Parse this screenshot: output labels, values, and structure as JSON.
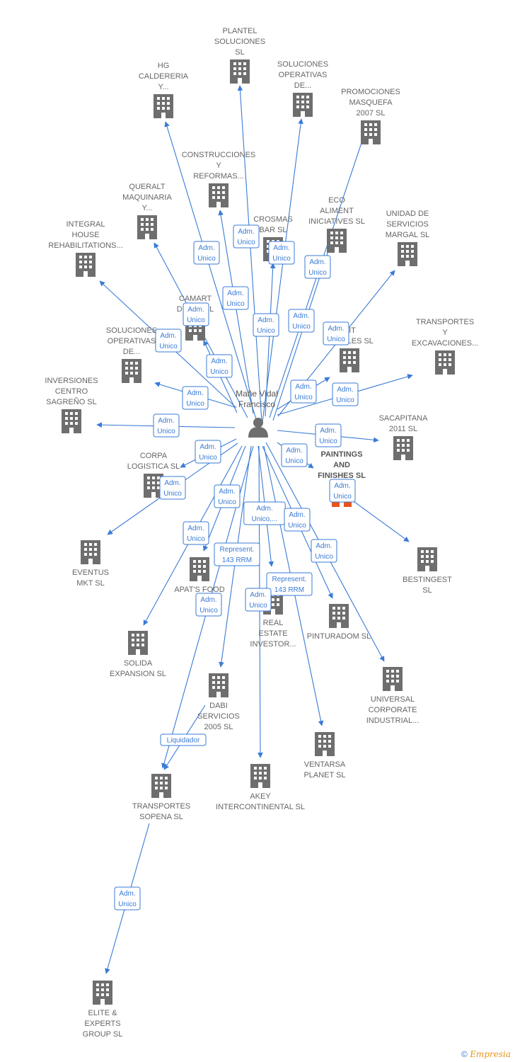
{
  "colors": {
    "edge": "#3a7bd5",
    "building": "#6e6e6e",
    "highlight": "#e8541b",
    "label": "#666666",
    "edgeLabelBorder": "#3a7bd5"
  },
  "center": {
    "name": "Mañe Vidal\nFrancisco",
    "icon": "person-icon"
  },
  "nodes": [
    {
      "id": "plantel",
      "label": "PLANTEL\nSOLUCIONES\nSL",
      "icon": "building-icon"
    },
    {
      "id": "hg",
      "label": "HG\nCALDERERIA\nY...",
      "icon": "building-icon"
    },
    {
      "id": "solop1",
      "label": "SOLUCIONES\nOPERATIVAS\nDE...",
      "icon": "building-icon"
    },
    {
      "id": "promociones",
      "label": "PROMOCIONES\nMASQUEFA\n2007 SL",
      "icon": "building-icon"
    },
    {
      "id": "construcciones",
      "label": "CONSTRUCCIONES\nY\nREFORMAS...",
      "icon": "building-icon"
    },
    {
      "id": "queralt",
      "label": "QUERALT\nMAQUINARIA\nY...",
      "icon": "building-icon"
    },
    {
      "id": "crosmas",
      "label": "CROSMAS\nBAR SL",
      "icon": "building-icon"
    },
    {
      "id": "eco",
      "label": "ECO\nALIMENT\nINICIATIVES SL",
      "icon": "building-icon"
    },
    {
      "id": "unidad",
      "label": "UNIDAD DE\nSERVICIOS\nMARGAL SL",
      "icon": "building-icon"
    },
    {
      "id": "integral",
      "label": "INTEGRAL\nHOUSE\nREHABILITATIONS...",
      "icon": "building-icon"
    },
    {
      "id": "camart",
      "label": "CAMART\nDRYWALL",
      "icon": "building-icon"
    },
    {
      "id": "solop2",
      "label": "SOLUCIONES\nOPERATIVAS\nDE...",
      "icon": "building-icon"
    },
    {
      "id": "dit",
      "label": "DIT\nCANALES SL",
      "icon": "building-icon"
    },
    {
      "id": "transexc",
      "label": "TRANSPORTES\nY\nEXCAVACIONES...",
      "icon": "building-icon"
    },
    {
      "id": "inversiones",
      "label": "INVERSIONES\nCENTRO\nSAGREÑO SL",
      "icon": "building-icon"
    },
    {
      "id": "sacapitana",
      "label": "SACAPITANA\n2011 SL",
      "icon": "building-icon"
    },
    {
      "id": "corpa",
      "label": "CORPA\nLOGISTICA SL",
      "icon": "building-icon"
    },
    {
      "id": "paintings",
      "label": "PAINTINGS\nAND\nFINISHES SL",
      "icon": "building-icon",
      "highlight": true
    },
    {
      "id": "eventus",
      "label": "EVENTUS\nMKT SL",
      "icon": "building-icon"
    },
    {
      "id": "bestingest",
      "label": "BESTINGEST\nSL",
      "icon": "building-icon"
    },
    {
      "id": "apats",
      "label": "APAT'S FOOD",
      "icon": "building-icon"
    },
    {
      "id": "realestate",
      "label": "REAL\nESTATE\nINVESTOR...",
      "icon": "building-icon"
    },
    {
      "id": "pinturadom",
      "label": "PINTURADOM SL",
      "icon": "building-icon"
    },
    {
      "id": "solida",
      "label": "SOLIDA\nEXPANSION SL",
      "icon": "building-icon"
    },
    {
      "id": "universal",
      "label": "UNIVERSAL\nCORPORATE\nINDUSTRIAL...",
      "icon": "building-icon"
    },
    {
      "id": "dabi",
      "label": "DABI\nSERVICIOS\n2005 SL",
      "icon": "building-icon"
    },
    {
      "id": "ventarsa",
      "label": "VENTARSA\nPLANET SL",
      "icon": "building-icon"
    },
    {
      "id": "transopena",
      "label": "TRANSPORTES\nSOPENA SL",
      "icon": "building-icon"
    },
    {
      "id": "akey",
      "label": "AKEY\nINTERCONTINENTAL SL",
      "icon": "building-icon"
    },
    {
      "id": "elite",
      "label": "ELITE &\nEXPERTS\nGROUP SL",
      "icon": "building-icon"
    }
  ],
  "edges": [
    {
      "from": "center",
      "to": "plantel",
      "label": "Adm.\nUnico"
    },
    {
      "from": "center",
      "to": "hg",
      "label": "Adm.\nUnico"
    },
    {
      "from": "center",
      "to": "solop1",
      "label": "Adm.\nUnico"
    },
    {
      "from": "center",
      "to": "promociones",
      "label": "Adm.\nUnico"
    },
    {
      "from": "center",
      "to": "construcciones",
      "label": "Adm.\nUnico"
    },
    {
      "from": "center",
      "to": "queralt",
      "label": "Adm.\nUnico"
    },
    {
      "from": "center",
      "to": "crosmas",
      "label": "Adm.\nUnico"
    },
    {
      "from": "center",
      "to": "eco",
      "label": "Adm.\nUnico"
    },
    {
      "from": "center",
      "to": "unidad",
      "label": "Adm.\nUnico"
    },
    {
      "from": "center",
      "to": "integral",
      "label": "Adm.\nUnico"
    },
    {
      "from": "center",
      "to": "camart",
      "label": "Adm.\nUnico"
    },
    {
      "from": "center",
      "to": "solop2",
      "label": "Adm.\nUnico"
    },
    {
      "from": "center",
      "to": "dit",
      "label": "Adm.\nUnico"
    },
    {
      "from": "center",
      "to": "transexc",
      "label": "Adm.\nUnico"
    },
    {
      "from": "center",
      "to": "inversiones",
      "label": "Adm.\nUnico"
    },
    {
      "from": "center",
      "to": "sacapitana",
      "label": "Adm.\nUnico"
    },
    {
      "from": "center",
      "to": "corpa",
      "label": "Adm.\nUnico"
    },
    {
      "from": "center",
      "to": "paintings",
      "label": "Adm.\nUnico"
    },
    {
      "from": "center",
      "to": "eventus",
      "label": "Adm.\nUnico"
    },
    {
      "from": "paintings",
      "to": "bestingest",
      "label": "Adm.\nUnico"
    },
    {
      "from": "center",
      "to": "apats",
      "label": "Adm.\nUnico"
    },
    {
      "from": "center",
      "to": "realestate",
      "label": "Adm.\nUnico,..."
    },
    {
      "from": "center",
      "to": "pinturadom",
      "label": "Adm.\nUnico"
    },
    {
      "from": "center",
      "to": "solida",
      "label": "Adm.\nUnico"
    },
    {
      "from": "center",
      "to": "universal",
      "label": "Adm.\nUnico"
    },
    {
      "from": "center",
      "to": "dabi",
      "label": "Represent.\n143 RRM"
    },
    {
      "from": "center",
      "to": "ventarsa",
      "label": "Represent.\n143 RRM"
    },
    {
      "from": "center",
      "to": "transopena",
      "label": "Adm.\nUnico"
    },
    {
      "from": "center",
      "to": "akey",
      "label": "Adm.\nUnico"
    },
    {
      "from": "dabi",
      "to": "transopena",
      "label": "Liquidador"
    },
    {
      "from": "transopena",
      "to": "elite",
      "label": "Adm.\nUnico"
    }
  ],
  "footer": {
    "copyright": "©",
    "brand": "Empresia"
  }
}
